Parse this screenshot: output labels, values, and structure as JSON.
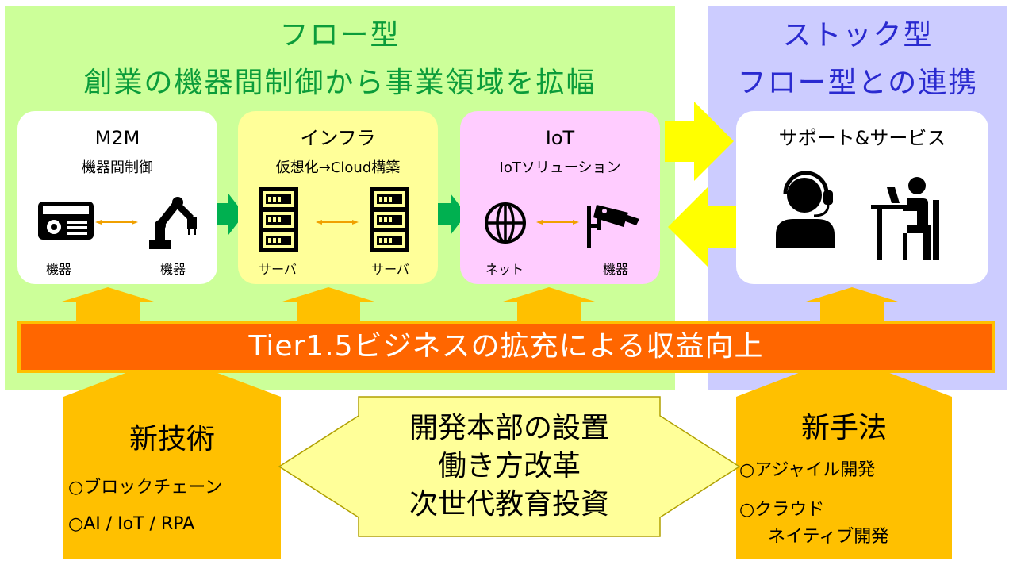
{
  "flow": {
    "title_line1": "フロー型",
    "title_line2": "創業の機器間制御から事業領域を拡幅"
  },
  "stock": {
    "title_line1": "ストック型",
    "title_line2": "フロー型との連携"
  },
  "m2m": {
    "title": "M2M",
    "subtitle": "機器間制御",
    "left_label": "機器",
    "right_label": "機器"
  },
  "infra": {
    "title": "インフラ",
    "subtitle": "仮想化→Cloud構築",
    "left_label": "サーバ",
    "right_label": "サーバ"
  },
  "iot": {
    "title": "IoT",
    "subtitle": "IoTソリューション",
    "left_label": "ネット",
    "right_label": "機器"
  },
  "support": {
    "title": "サポート&サービス"
  },
  "banner": {
    "text": "Tier1.5ビジネスの拡充による収益向上"
  },
  "new_tech": {
    "title": "新技術",
    "items": [
      "○ブロックチェーン",
      "○AI / IoT / RPA"
    ]
  },
  "center": {
    "lines": [
      "開発本部の設置",
      "働き方改革",
      "次世代教育投資"
    ]
  },
  "new_method": {
    "title": "新手法",
    "items": [
      "○アジャイル開発",
      "○クラウド",
      "ネイティブ開発"
    ]
  },
  "colors": {
    "flow_bg": "#ccff99",
    "stock_bg": "#ccccff",
    "green_text": "#0b9c3a",
    "blue_text": "#2a2ad0",
    "banner": "#ff6600",
    "gold": "#ffc000",
    "yellow": "#ffff00",
    "arrow_green": "#00b050"
  },
  "icons": [
    "radio-icon",
    "robot-arm-icon",
    "server-icon",
    "globe-icon",
    "security-camera-icon",
    "headset-person-icon",
    "person-at-desk-icon"
  ]
}
